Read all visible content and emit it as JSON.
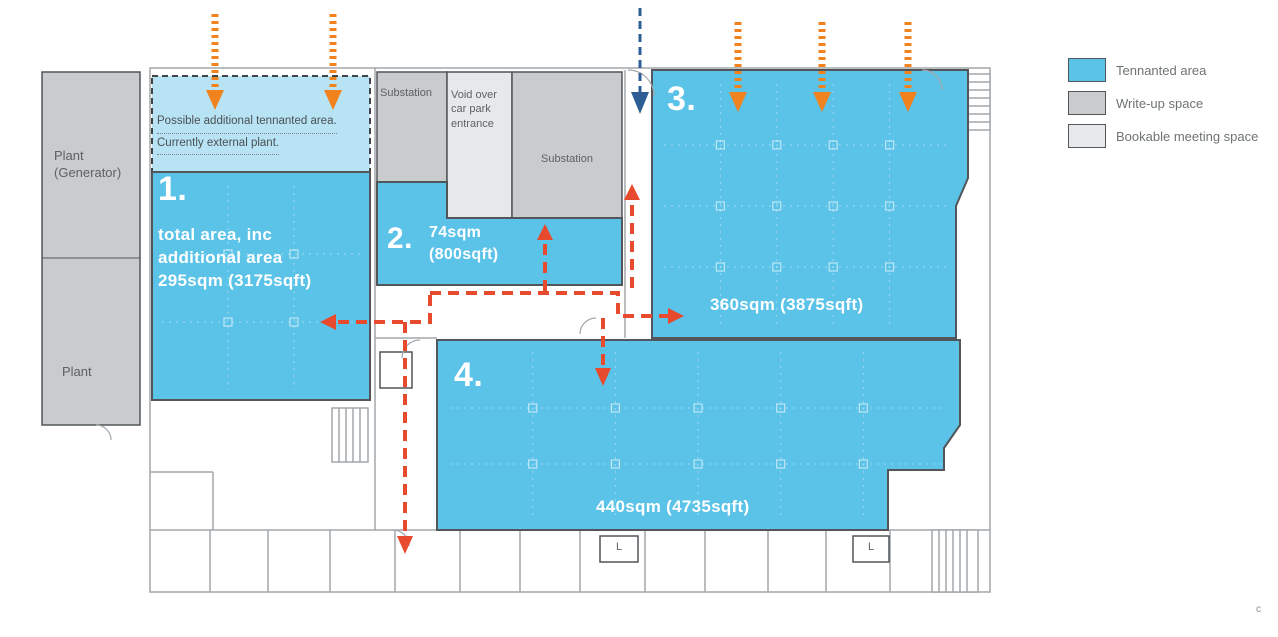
{
  "colors": {
    "tenanted": "#5bc2e8",
    "tenanted_light": "#b7e3f4",
    "writeup": "#c9cbcd",
    "bookable": "#e7e8e9",
    "arrow_orange": "#f0831e",
    "path_red": "#e84a2d",
    "arrow_blue": "#2e5f94",
    "wall": "#a3a7aa",
    "wall_dark": "#51565a"
  },
  "legend": {
    "items": [
      {
        "label": "Tennanted area",
        "swatch": "tenanted"
      },
      {
        "label": "Write-up space",
        "swatch": "writeup"
      },
      {
        "label": "Bookable meeting space",
        "swatch": "bookable"
      }
    ]
  },
  "plan": {
    "rooms": {
      "plant_generator": "Plant\n(Generator)",
      "plant": "Plant",
      "substation_top": "Substation",
      "substation_right": "Substation",
      "void_over_carpark": "Void over\ncar park\nentrance",
      "lift_1": "L",
      "lift_2": "L"
    },
    "possible_additional": {
      "line1": "Possible additional tennanted area.",
      "line2": "Currently external plant."
    },
    "areas": [
      {
        "number": "1.",
        "text": "total area, inc\nadditional area\n295sqm (3175sqft)"
      },
      {
        "number": "2.",
        "text": "74sqm\n(800sqft)"
      },
      {
        "number": "3.",
        "text": "360sqm (3875sqft)"
      },
      {
        "number": "4.",
        "text": "440sqm (4735sqft)"
      }
    ],
    "corner_mark": "c"
  }
}
